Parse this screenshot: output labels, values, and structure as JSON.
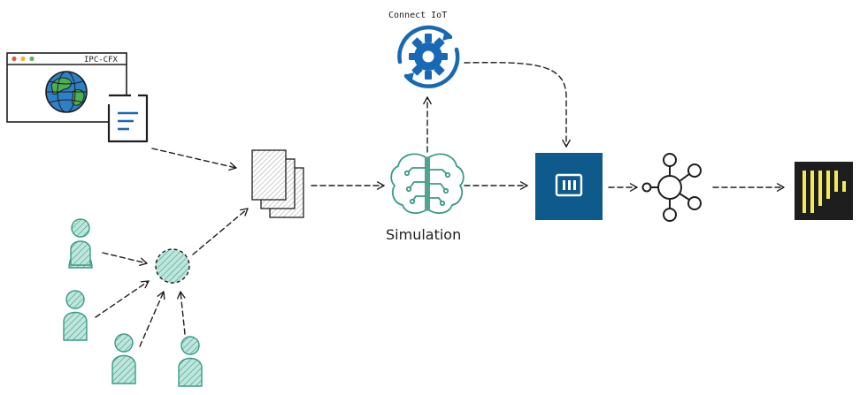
{
  "labels": {
    "browser_title": "IPC-CFX",
    "connect": "Connect IoT",
    "simulation": "Simulation"
  },
  "colors": {
    "ink": "#1e1e1e",
    "teal": "#3a9b86",
    "teal_fill": "#bfe6dc",
    "blue": "#1769b5",
    "navy": "#0f5a8c",
    "globe_blue": "#2f7fc6",
    "globe_green": "#4caf50",
    "dark_bg": "#1e1e1e",
    "yellow": "#f1ea5a"
  },
  "icons": {
    "browser": "browser-window-icon",
    "document": "document-icon",
    "globe": "globe-icon",
    "file_stack": "file-stack-icon",
    "person": "person-icon",
    "brain": "circuit-brain-icon",
    "gear": "gear-sync-icon",
    "app_tile": "app-tile-icon",
    "network": "network-hub-icon",
    "stream": "stream-bars-icon"
  }
}
